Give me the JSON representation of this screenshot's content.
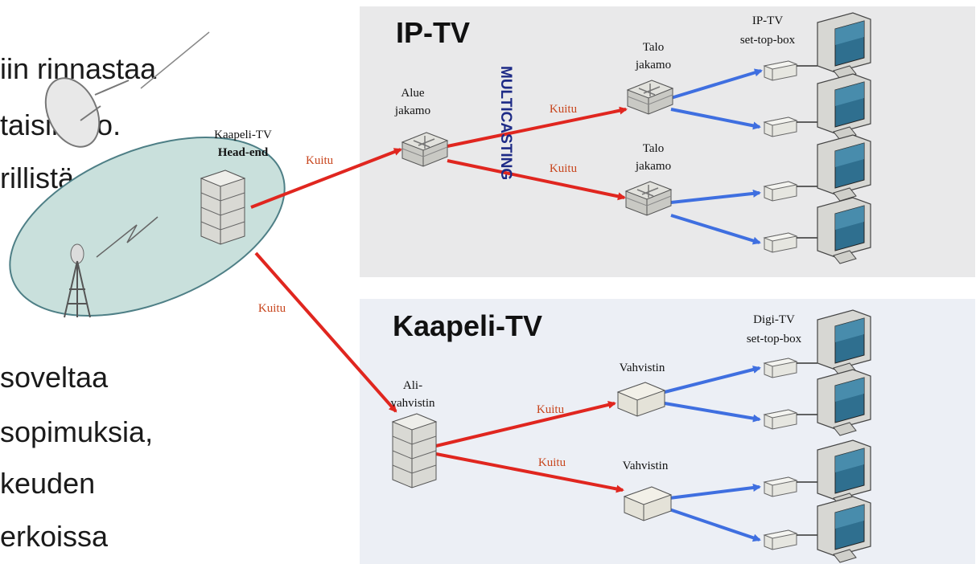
{
  "slide_text": [
    "iin rinnastaa",
    "taisiin ko.",
    "rillistä",
    "soveltaa",
    "sopimuksia,",
    "keuden",
    "erkoissa"
  ],
  "panels": {
    "ip_tv_title": "IP-TV",
    "cable_tv_title": "Kaapeli-TV"
  },
  "labels": {
    "headend_line1": "Kaapeli-TV",
    "headend_line2": "Head-end",
    "alue_line1": "Alue",
    "alue_line2": "jakamo",
    "talo1_line1": "Talo",
    "talo1_line2": "jakamo",
    "talo2_line1": "Talo",
    "talo2_line2": "jakamo",
    "iptv_stb_line1": "IP-TV",
    "iptv_stb_line2": "set-top-box",
    "multicasting": "MULTICASTING",
    "ali_line1": "Ali-",
    "ali_line2": "vahvistin",
    "vahvistin1": "Vahvistin",
    "vahvistin2": "Vahvistin",
    "digitv_stb_line1": "Digi-TV",
    "digitv_stb_line2": "set-top-box",
    "kuitu": "Kuitu"
  },
  "colors": {
    "fiber_link": "#e0261f",
    "coax_link": "#3f6fe0",
    "kuitu_text": "#c8461e",
    "multicasting_text": "#1d2a86",
    "satellite_ellipse": "#c9e0dc"
  }
}
